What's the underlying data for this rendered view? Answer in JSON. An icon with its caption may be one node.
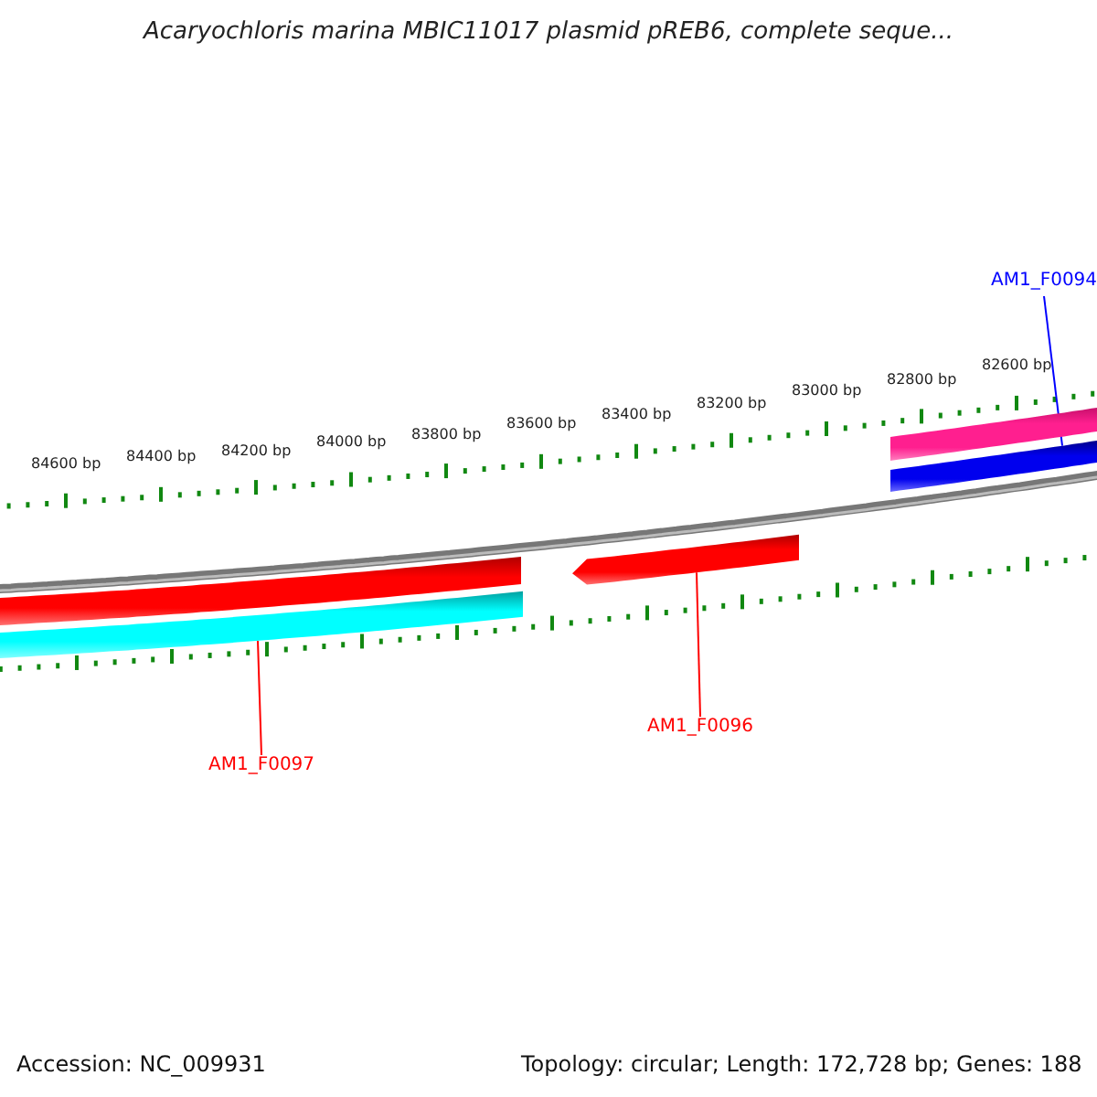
{
  "diagram": {
    "title": "Acaryochloris marina MBIC11017 plasmid pREB6, complete seque...",
    "nodes": [
      {
        "text": [
          "AM1_F0094"
        ]
      },
      {
        "text": [],
        "shape": "bar"
      },
      {
        "text": [],
        "shape": "bar"
      },
      {
        "text": [],
        "shape": "bar"
      },
      {
        "text": [],
        "shape": "bar"
      },
      {
        "text": [],
        "shape": "bar"
      },
      {
        "text": [
          "AM1_F0096"
        ]
      },
      {
        "text": [
          "AM1_F0097"
        ]
      }
    ],
    "edges": [
      {
        "from": 0,
        "to": 2,
        "arrow": "none",
        "color": "#0000ff"
      },
      {
        "from": 6,
        "to": 4,
        "arrow": "none",
        "color": "#ff0000"
      },
      {
        "from": 7,
        "to": 5,
        "arrow": "none",
        "color": "#ff0000"
      }
    ],
    "labels": [
      "84600 bp",
      "84400 bp",
      "84200 bp",
      "84000 bp",
      "83800 bp",
      "83600 bp",
      "83400 bp",
      "83200 bp",
      "83000 bp",
      "82800 bp",
      "82600 bp",
      "Accession: NC_009931",
      "Topology: circular; Length: 172,728 bp; Genes: 188"
    ]
  }
}
